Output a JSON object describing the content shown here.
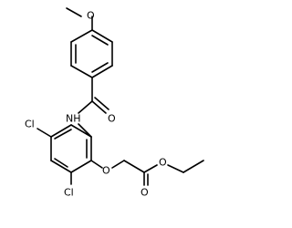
{
  "molecule": {
    "atoms": {
      "o_methoxy": "O",
      "nh": "NH",
      "o_amide": "O",
      "cl_upper": "Cl",
      "cl_lower": "Cl",
      "o_ether": "O",
      "o_ester_carbonyl": "O",
      "o_ester": "O"
    }
  },
  "colors": {
    "bond": "#000000",
    "label": "#000000",
    "background": "#ffffff"
  }
}
